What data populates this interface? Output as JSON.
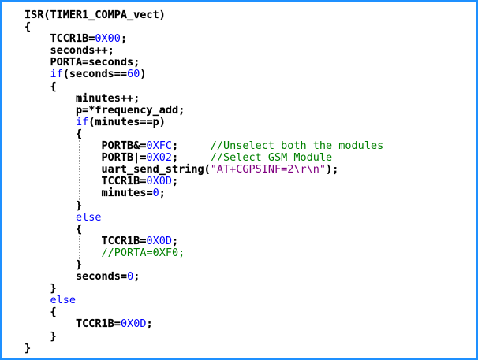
{
  "colors": {
    "border": "#1e90ff",
    "keyword": "#0000ff",
    "number": "#0000ff",
    "string": "#800080",
    "comment": "#008000",
    "text": "#000000"
  },
  "lines": [
    {
      "indent": 0,
      "tokens": [
        {
          "t": "ISR(TIMER1_COMPA_vect)",
          "c": "txt"
        }
      ]
    },
    {
      "indent": 0,
      "tokens": [
        {
          "t": "{",
          "c": "txt"
        }
      ]
    },
    {
      "indent": 1,
      "tokens": [
        {
          "t": "TCCR1B=",
          "c": "txt"
        },
        {
          "t": "0X00",
          "c": "num"
        },
        {
          "t": ";",
          "c": "txt"
        }
      ]
    },
    {
      "indent": 1,
      "tokens": [
        {
          "t": "seconds++;",
          "c": "txt"
        }
      ]
    },
    {
      "indent": 1,
      "tokens": [
        {
          "t": "PORTA=seconds;",
          "c": "txt"
        }
      ]
    },
    {
      "indent": 1,
      "tokens": [
        {
          "t": "if",
          "c": "kw"
        },
        {
          "t": "(seconds==",
          "c": "txt"
        },
        {
          "t": "60",
          "c": "num"
        },
        {
          "t": ")",
          "c": "txt"
        }
      ]
    },
    {
      "indent": 1,
      "tokens": [
        {
          "t": "{",
          "c": "txt"
        }
      ]
    },
    {
      "indent": 2,
      "tokens": [
        {
          "t": "minutes++;",
          "c": "txt"
        }
      ]
    },
    {
      "indent": 2,
      "tokens": [
        {
          "t": "p=*frequency_add;",
          "c": "txt"
        }
      ]
    },
    {
      "indent": 2,
      "tokens": [
        {
          "t": "if",
          "c": "kw"
        },
        {
          "t": "(minutes==p)",
          "c": "txt"
        }
      ]
    },
    {
      "indent": 2,
      "tokens": [
        {
          "t": "{",
          "c": "txt"
        }
      ]
    },
    {
      "indent": 3,
      "tokens": [
        {
          "t": "PORTB&=",
          "c": "txt"
        },
        {
          "t": "0XFC",
          "c": "num"
        },
        {
          "t": ";     ",
          "c": "txt"
        },
        {
          "t": "//Unselect both the modules",
          "c": "cmt"
        }
      ]
    },
    {
      "indent": 3,
      "tokens": [
        {
          "t": "PORTB|=",
          "c": "txt"
        },
        {
          "t": "0X02",
          "c": "num"
        },
        {
          "t": ";     ",
          "c": "txt"
        },
        {
          "t": "//Select GSM Module",
          "c": "cmt"
        }
      ]
    },
    {
      "indent": 3,
      "tokens": [
        {
          "t": "uart_send_string(",
          "c": "txt"
        },
        {
          "t": "\"AT+CGPSINF=2\\r\\n\"",
          "c": "str"
        },
        {
          "t": ");",
          "c": "txt"
        }
      ]
    },
    {
      "indent": 3,
      "tokens": [
        {
          "t": "TCCR1B=",
          "c": "txt"
        },
        {
          "t": "0X0D",
          "c": "num"
        },
        {
          "t": ";",
          "c": "txt"
        }
      ]
    },
    {
      "indent": 3,
      "tokens": [
        {
          "t": "minutes=",
          "c": "txt"
        },
        {
          "t": "0",
          "c": "num"
        },
        {
          "t": ";",
          "c": "txt"
        }
      ]
    },
    {
      "indent": 2,
      "tokens": [
        {
          "t": "}",
          "c": "txt"
        }
      ]
    },
    {
      "indent": 2,
      "tokens": [
        {
          "t": "else",
          "c": "kw"
        }
      ]
    },
    {
      "indent": 2,
      "tokens": [
        {
          "t": "{",
          "c": "txt"
        }
      ]
    },
    {
      "indent": 3,
      "tokens": [
        {
          "t": "TCCR1B=",
          "c": "txt"
        },
        {
          "t": "0X0D",
          "c": "num"
        },
        {
          "t": ";",
          "c": "txt"
        }
      ]
    },
    {
      "indent": 3,
      "tokens": [
        {
          "t": "//PORTA=0XF0;",
          "c": "cmt"
        }
      ]
    },
    {
      "indent": 2,
      "tokens": [
        {
          "t": "}",
          "c": "txt"
        }
      ]
    },
    {
      "indent": 2,
      "tokens": [
        {
          "t": "seconds=",
          "c": "txt"
        },
        {
          "t": "0",
          "c": "num"
        },
        {
          "t": ";",
          "c": "txt"
        }
      ]
    },
    {
      "indent": 1,
      "tokens": [
        {
          "t": "}",
          "c": "txt"
        }
      ]
    },
    {
      "indent": 1,
      "tokens": [
        {
          "t": "else",
          "c": "kw"
        }
      ]
    },
    {
      "indent": 1,
      "tokens": [
        {
          "t": "{",
          "c": "txt"
        }
      ]
    },
    {
      "indent": 2,
      "tokens": [
        {
          "t": "TCCR1B=",
          "c": "txt"
        },
        {
          "t": "0X0D",
          "c": "num"
        },
        {
          "t": ";",
          "c": "txt"
        }
      ]
    },
    {
      "indent": 1,
      "tokens": [
        {
          "t": "}",
          "c": "txt"
        }
      ]
    },
    {
      "indent": 0,
      "tokens": [
        {
          "t": "}",
          "c": "txt"
        }
      ]
    }
  ]
}
